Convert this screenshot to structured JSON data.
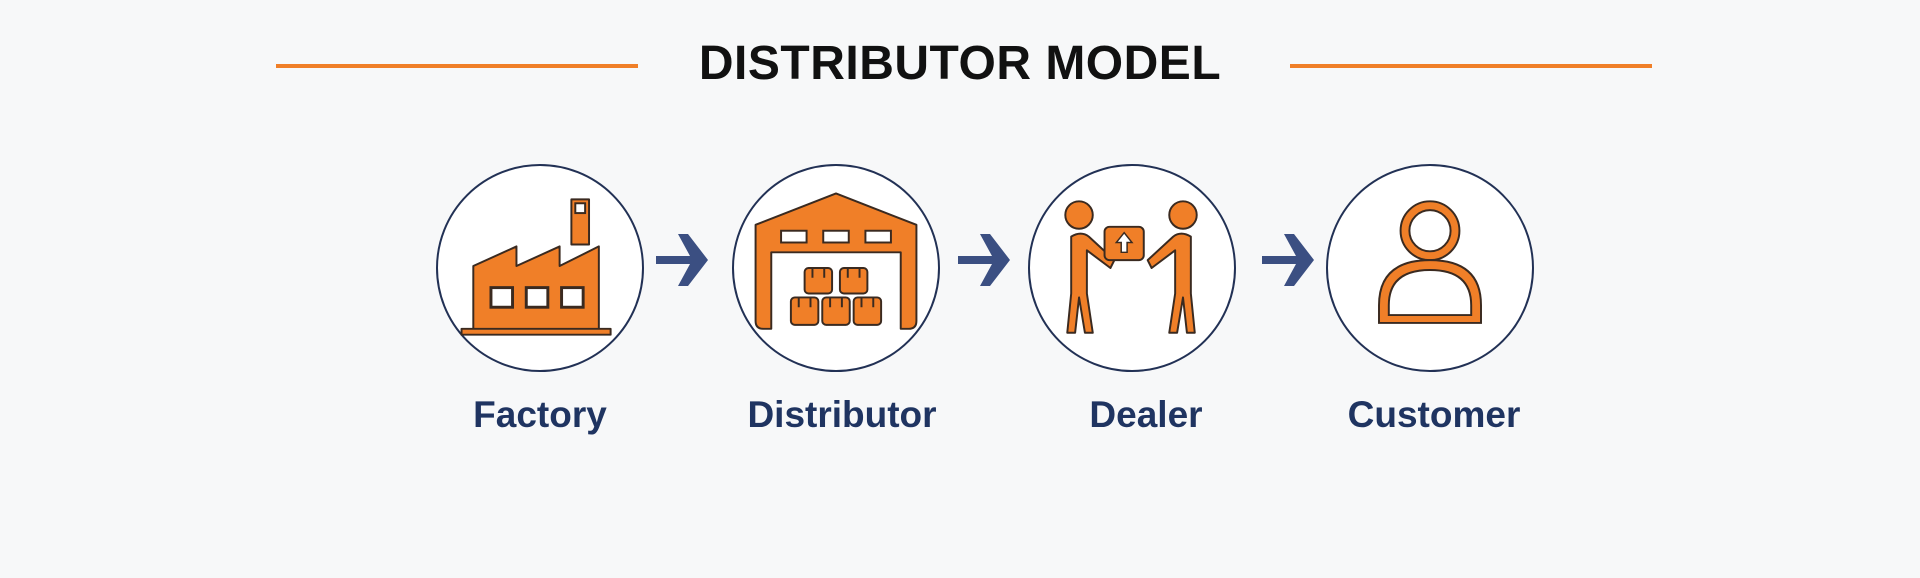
{
  "title": "DISTRIBUTOR MODEL",
  "colors": {
    "accent": "#f07f28",
    "navy": "#1f3461",
    "outline": "#223155"
  },
  "steps": [
    {
      "label": "Factory",
      "icon": "factory-icon"
    },
    {
      "label": "Distributor",
      "icon": "warehouse-icon"
    },
    {
      "label": "Dealer",
      "icon": "handover-icon"
    },
    {
      "label": "Customer",
      "icon": "person-icon"
    }
  ],
  "connector_icon": "arrow-right-icon"
}
